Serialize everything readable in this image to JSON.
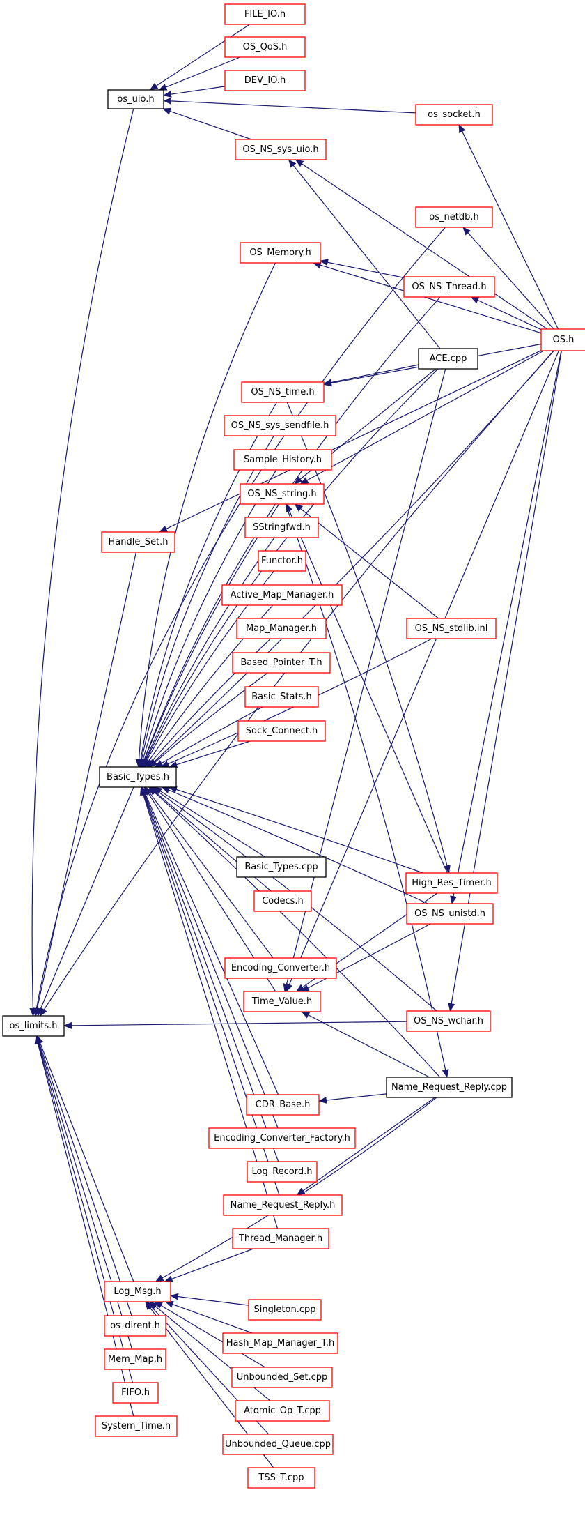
{
  "colors": {
    "edge": "#191970",
    "border_red": "#ff0000",
    "border_black": "#000000",
    "focus_fill": "#bfbfbf"
  },
  "nodes": [
    {
      "id": "file_io",
      "label": "FILE_IO.h",
      "style": "red"
    },
    {
      "id": "os_qos",
      "label": "OS_QoS.h",
      "style": "red"
    },
    {
      "id": "dev_io",
      "label": "DEV_IO.h",
      "style": "red"
    },
    {
      "id": "os_uio",
      "label": "os_uio.h",
      "style": "black"
    },
    {
      "id": "os_socket",
      "label": "os_socket.h",
      "style": "red"
    },
    {
      "id": "os_ns_sys_uio",
      "label": "OS_NS_sys_uio.h",
      "style": "red"
    },
    {
      "id": "os_netdb",
      "label": "os_netdb.h",
      "style": "red"
    },
    {
      "id": "os_memory",
      "label": "OS_Memory.h",
      "style": "red"
    },
    {
      "id": "os_ns_thread",
      "label": "OS_NS_Thread.h",
      "style": "red"
    },
    {
      "id": "os_h",
      "label": "OS.h",
      "style": "red"
    },
    {
      "id": "ace_cpp",
      "label": "ACE.cpp",
      "style": "black"
    },
    {
      "id": "os_ns_time",
      "label": "OS_NS_time.h",
      "style": "red"
    },
    {
      "id": "os_ns_sys_sendfile",
      "label": "OS_NS_sys_sendfile.h",
      "style": "red"
    },
    {
      "id": "sample_history",
      "label": "Sample_History.h",
      "style": "red"
    },
    {
      "id": "os_ns_string",
      "label": "OS_NS_string.h",
      "style": "red"
    },
    {
      "id": "handle_set",
      "label": "Handle_Set.h",
      "style": "red"
    },
    {
      "id": "sstringfwd",
      "label": "SStringfwd.h",
      "style": "red"
    },
    {
      "id": "functor",
      "label": "Functor.h",
      "style": "red"
    },
    {
      "id": "active_map_manager",
      "label": "Active_Map_Manager.h",
      "style": "red"
    },
    {
      "id": "map_manager",
      "label": "Map_Manager.h",
      "style": "red"
    },
    {
      "id": "os_ns_stdlib",
      "label": "OS_NS_stdlib.inl",
      "style": "red"
    },
    {
      "id": "based_pointer_t",
      "label": "Based_Pointer_T.h",
      "style": "red"
    },
    {
      "id": "basic_stats",
      "label": "Basic_Stats.h",
      "style": "red"
    },
    {
      "id": "sock_connect",
      "label": "Sock_Connect.h",
      "style": "red"
    },
    {
      "id": "basic_types_h",
      "label": "Basic_Types.h",
      "style": "black"
    },
    {
      "id": "basic_types_cpp",
      "label": "Basic_Types.cpp",
      "style": "black"
    },
    {
      "id": "high_res_timer",
      "label": "High_Res_Timer.h",
      "style": "red"
    },
    {
      "id": "codecs",
      "label": "Codecs.h",
      "style": "red"
    },
    {
      "id": "os_ns_unistd",
      "label": "OS_NS_unistd.h",
      "style": "red"
    },
    {
      "id": "encoding_converter",
      "label": "Encoding_Converter.h",
      "style": "red"
    },
    {
      "id": "time_value",
      "label": "Time_Value.h",
      "style": "red"
    },
    {
      "id": "os_limits",
      "label": "os_limits.h",
      "style": "focus"
    },
    {
      "id": "os_ns_wchar",
      "label": "OS_NS_wchar.h",
      "style": "red"
    },
    {
      "id": "name_request_reply_cpp",
      "label": "Name_Request_Reply.cpp",
      "style": "black"
    },
    {
      "id": "cdr_base",
      "label": "CDR_Base.h",
      "style": "red"
    },
    {
      "id": "encoding_converter_factory",
      "label": "Encoding_Converter_Factory.h",
      "style": "red"
    },
    {
      "id": "log_record",
      "label": "Log_Record.h",
      "style": "red"
    },
    {
      "id": "name_request_reply_h",
      "label": "Name_Request_Reply.h",
      "style": "red"
    },
    {
      "id": "thread_manager",
      "label": "Thread_Manager.h",
      "style": "red"
    },
    {
      "id": "log_msg",
      "label": "Log_Msg.h",
      "style": "red"
    },
    {
      "id": "singleton",
      "label": "Singleton.cpp",
      "style": "red"
    },
    {
      "id": "os_dirent",
      "label": "os_dirent.h",
      "style": "red"
    },
    {
      "id": "hash_map_manager_t",
      "label": "Hash_Map_Manager_T.h",
      "style": "red"
    },
    {
      "id": "mem_map",
      "label": "Mem_Map.h",
      "style": "red"
    },
    {
      "id": "unbounded_set",
      "label": "Unbounded_Set.cpp",
      "style": "red"
    },
    {
      "id": "fifo",
      "label": "FIFO.h",
      "style": "red"
    },
    {
      "id": "atomic_op_t",
      "label": "Atomic_Op_T.cpp",
      "style": "red"
    },
    {
      "id": "system_time",
      "label": "System_Time.h",
      "style": "red"
    },
    {
      "id": "unbounded_queue",
      "label": "Unbounded_Queue.cpp",
      "style": "red"
    },
    {
      "id": "tss_t",
      "label": "TSS_T.cpp",
      "style": "red"
    }
  ]
}
